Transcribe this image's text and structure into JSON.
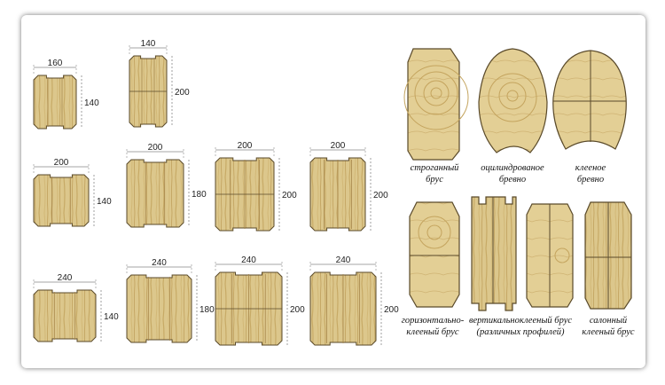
{
  "colors": {
    "wood_light": "#e3cf95",
    "wood_mid": "#c9ad68",
    "wood_dark": "#a8874b",
    "outline": "#5a4a2a",
    "dimension_line": "#888888"
  },
  "profiles": [
    {
      "width": "160",
      "height": "140"
    },
    {
      "width": "140",
      "height": "200"
    },
    {
      "width": "200",
      "height": "140"
    },
    {
      "width": "200",
      "height": "180"
    },
    {
      "width": "200",
      "height": "200"
    },
    {
      "width": "200",
      "height": "200"
    },
    {
      "width": "240",
      "height": "140"
    },
    {
      "width": "240",
      "height": "180"
    },
    {
      "width": "240",
      "height": "200"
    },
    {
      "width": "240",
      "height": "200"
    }
  ],
  "types": [
    {
      "caption_1": "строганный",
      "caption_2": "брус"
    },
    {
      "caption_1": "оцилиндрованое",
      "caption_2": "бревно"
    },
    {
      "caption_1": "клееное",
      "caption_2": "бревно"
    },
    {
      "caption_1": "горизонтально-",
      "caption_2": "клееный брус"
    },
    {
      "caption_1": "вертикальноклееный брус",
      "caption_2": "(различных профилей)"
    },
    {
      "caption_1": "салонный",
      "caption_2": "клееный брус"
    }
  ]
}
